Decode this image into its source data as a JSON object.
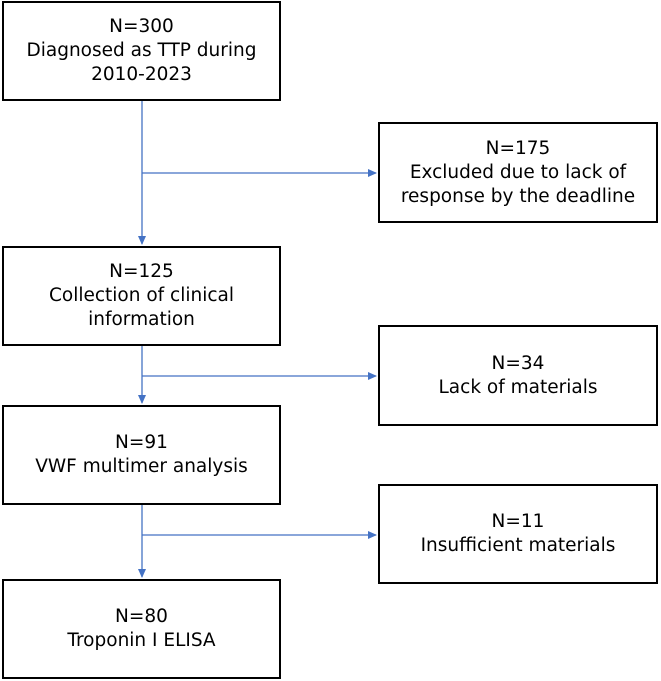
{
  "colors": {
    "arrow": "#4472C4",
    "border": "#000000",
    "text": "#000000",
    "background": "#ffffff"
  },
  "nodes": {
    "enrolled": {
      "count": "N=300",
      "lines": [
        "Diagnosed as TTP during",
        "2010-2023"
      ]
    },
    "excluded": {
      "count": "N=175",
      "lines": [
        "Excluded due to lack of",
        "response by the deadline"
      ]
    },
    "clinical": {
      "count": "N=125",
      "lines": [
        "Collection of clinical",
        "information"
      ]
    },
    "lack": {
      "count": "N=34",
      "lines": [
        "Lack of materials"
      ]
    },
    "multimer": {
      "count": "N=91",
      "lines": [
        "VWF multimer analysis"
      ]
    },
    "insufficient": {
      "count": "N=11",
      "lines": [
        "Insufficient materials"
      ]
    },
    "troponin": {
      "count": "N=80",
      "lines": [
        "Troponin I ELISA"
      ]
    }
  }
}
